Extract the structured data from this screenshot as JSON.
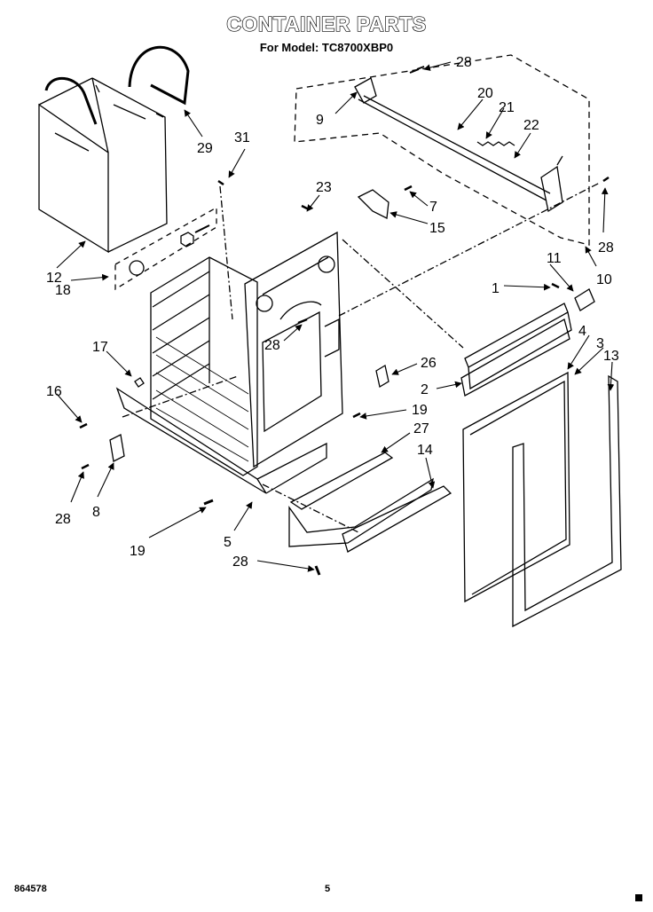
{
  "header": {
    "title": "CONTAINER PARTS",
    "subtitle": "For Model: TC8700XBP0"
  },
  "footer": {
    "doc_number": "864578",
    "page_number": "5"
  },
  "labels": {
    "l1": "1",
    "l2": "2",
    "l3": "3",
    "l4": "4",
    "l5": "5",
    "l7": "7",
    "l8": "8",
    "l9": "9",
    "l10": "10",
    "l11": "11",
    "l12": "12",
    "l13": "13",
    "l14": "14",
    "l15": "15",
    "l16": "16",
    "l17": "17",
    "l18": "18",
    "l19": "19",
    "l20": "20",
    "l21": "21",
    "l22": "22",
    "l23": "23",
    "l26": "26",
    "l27": "27",
    "l28": "28",
    "l29": "29",
    "l31": "31"
  }
}
